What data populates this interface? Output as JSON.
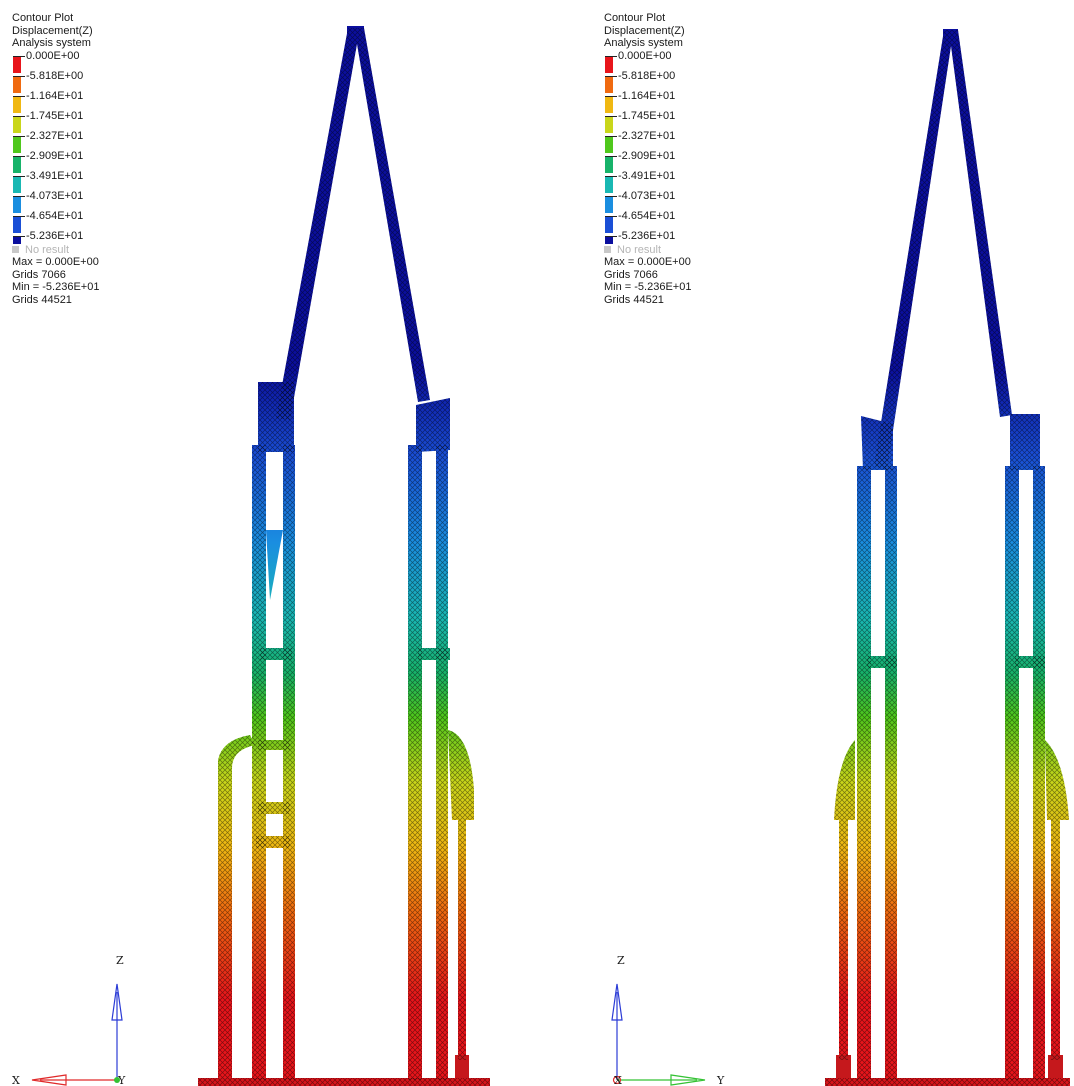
{
  "panels": [
    {
      "legend": {
        "title": [
          "Contour Plot",
          "Displacement(Z)",
          "Analysis system"
        ],
        "levels": [
          "0.000E+00",
          "-5.818E+00",
          "-1.164E+01",
          "-1.745E+01",
          "-2.327E+01",
          "-2.909E+01",
          "-3.491E+01",
          "-4.073E+01",
          "-4.654E+01",
          "-5.236E+01"
        ],
        "colors": [
          "#e8151b",
          "#f06a10",
          "#f0b812",
          "#c9d61a",
          "#4fc81c",
          "#17b36a",
          "#19b8b3",
          "#1a8ee0",
          "#1a4fd6",
          "#0b0f9e"
        ],
        "no_result": "No result",
        "max_line": "Max = 0.000E+00",
        "max_grid": "Grids 7066",
        "min_line": "Min = -5.236E+01",
        "min_grid": "Grids 44521"
      },
      "triad": {
        "z": "Z",
        "left": "X",
        "right": "Y"
      }
    },
    {
      "legend": {
        "title": [
          "Contour Plot",
          "Displacement(Z)",
          "Analysis system"
        ],
        "levels": [
          "0.000E+00",
          "-5.818E+00",
          "-1.164E+01",
          "-1.745E+01",
          "-2.327E+01",
          "-2.909E+01",
          "-3.491E+01",
          "-4.073E+01",
          "-4.654E+01",
          "-5.236E+01"
        ],
        "colors": [
          "#e8151b",
          "#f06a10",
          "#f0b812",
          "#c9d61a",
          "#4fc81c",
          "#17b36a",
          "#19b8b3",
          "#1a8ee0",
          "#1a4fd6",
          "#0b0f9e"
        ],
        "no_result": "No result",
        "max_line": "Max = 0.000E+00",
        "max_grid": "Grids 7066",
        "min_line": "Min = -5.236E+01",
        "min_grid": "Grids 44521"
      },
      "triad": {
        "z": "Z",
        "left": "X",
        "right": "Y"
      }
    }
  ]
}
